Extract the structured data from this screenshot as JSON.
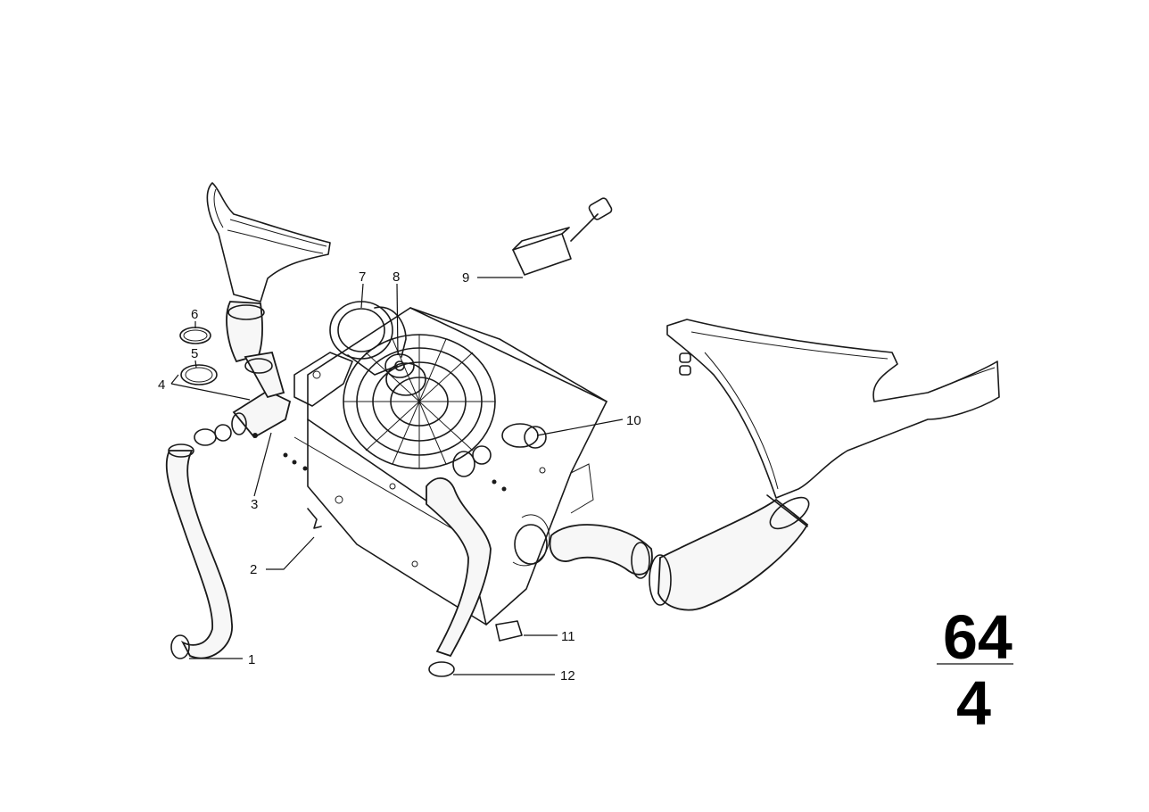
{
  "callouts": {
    "c1": "1",
    "c2": "2",
    "c3": "3",
    "c4": "4",
    "c5": "5",
    "c6": "6",
    "c7": "7",
    "c8": "8",
    "c9": "9",
    "c10": "10",
    "c11": "11",
    "c12": "12"
  },
  "group_number": {
    "major": "64",
    "minor": "4"
  }
}
